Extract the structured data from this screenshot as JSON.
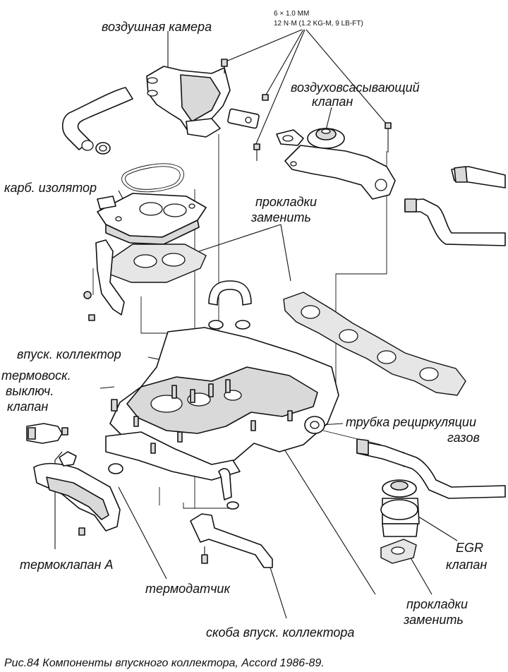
{
  "labels": {
    "air_chamber": "воздушная камера",
    "bolt_spec_line1": "6 × 1.0 MM",
    "bolt_spec_line2": "12 N·M (1.2 KG-M, 9 LB-FT)",
    "air_suction_valve_line1": "воздуховсасывающий",
    "air_suction_valve_line2": "клапан",
    "carb_insulator": "карб. изолятор",
    "gaskets_replace_top_line1": "прокладки",
    "gaskets_replace_top_line2": "заменить",
    "intake_manifold": "впуск. коллектор",
    "thermowax_valve_line1": "термовоск.",
    "thermowax_valve_line2": "выключ.",
    "thermowax_valve_line3": "клапан",
    "egr_tube_line1": "трубка рециркуляции",
    "egr_tube_line2": "газов",
    "egr_valve_line1": "EGR",
    "egr_valve_line2": "клапан",
    "thermovalve_a": "термоклапан А",
    "thermosensor": "термодатчик",
    "gaskets_replace_bottom_line1": "прокладки",
    "gaskets_replace_bottom_line2": "заменить",
    "manifold_bracket": "скоба впуск. коллектора"
  },
  "caption": "Рис.84  Компоненты впускного коллектора, Accord 1986-89."
}
